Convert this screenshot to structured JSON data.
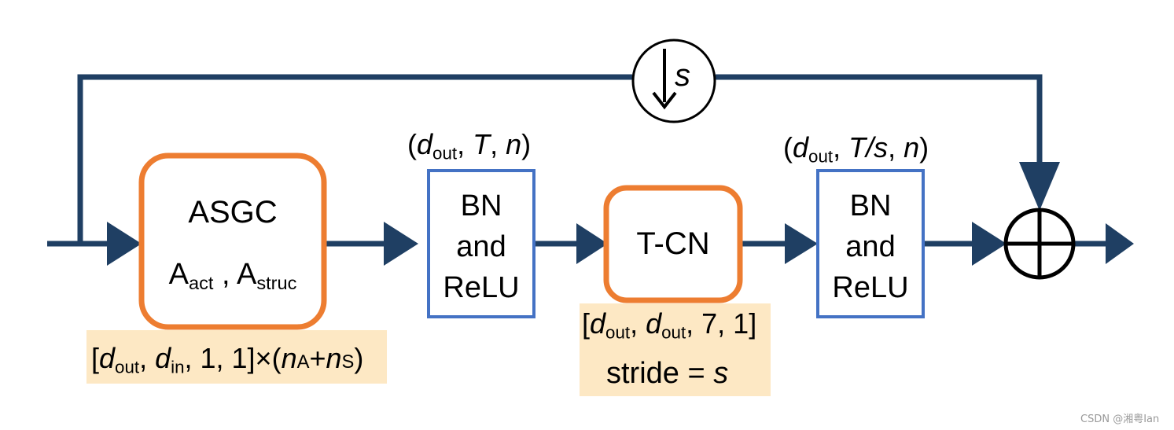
{
  "asgc": {
    "title": "ASGC",
    "sub_a": "A",
    "sub_a_sub": "act",
    "sep": " , ",
    "sub_b": "A",
    "sub_b_sub": "struc"
  },
  "bn_block_1": {
    "line1": "BN",
    "line2": "and",
    "line3": "ReLU"
  },
  "bn_block_2": {
    "line1": "BN",
    "line2": "and",
    "line3": "ReLU"
  },
  "tcn": {
    "label": "T-CN"
  },
  "shape_1": {
    "open": "(",
    "d": "d",
    "d_sub": "out",
    "rest": ", ",
    "t": "T",
    "sep": ", ",
    "n": "n",
    "close": ")"
  },
  "shape_2": {
    "open": "(",
    "d": "d",
    "d_sub": "out",
    "rest": ", ",
    "t": "T/s",
    "sep": ", ",
    "n": "n",
    "close": ")"
  },
  "asgc_params": {
    "open": "[",
    "d1": "d",
    "d1_sub": "out",
    "sep1": ", ",
    "d2": "d",
    "d2_sub": "in",
    "rest": ", 1, 1]×(",
    "na": "n",
    "na_sub": "A",
    "plus": "+",
    "ns": "n",
    "ns_sub": "S",
    "close": ")"
  },
  "tcn_params": {
    "open": "[",
    "d1": "d",
    "d1_sub": "out",
    "sep1": ", ",
    "d2": "d",
    "d2_sub": "out",
    "rest": ", 7, 1]",
    "stride_label": "stride = ",
    "stride_value": "s"
  },
  "downsample": {
    "symbol": "↓",
    "label": "s"
  },
  "watermark": "CSDN @湘粤Ian",
  "colors": {
    "line": "#1f3f63",
    "orange_box": "#ed7d31",
    "blue_box": "#4472c4",
    "highlight": "#fde8c4"
  }
}
